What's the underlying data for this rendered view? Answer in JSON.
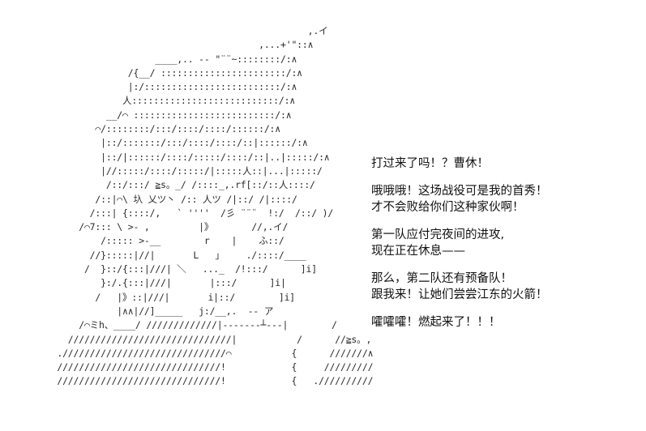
{
  "dialogue": {
    "line1": "打过来了吗！？曹休！",
    "line2": "哦哦哦！这场战役可是我的首秀！",
    "line3": "才不会败给你们这种家伙啊！",
    "line4": "第一队应付完夜间的进攻,",
    "line5": "现在正在休息——",
    "line6": "那么，第二队还有预备队！",
    "line7": "跟我来！让她们尝尝江东的火箭！",
    "line8": "嚯嚯嚯！燃起来了！！！"
  }
}
